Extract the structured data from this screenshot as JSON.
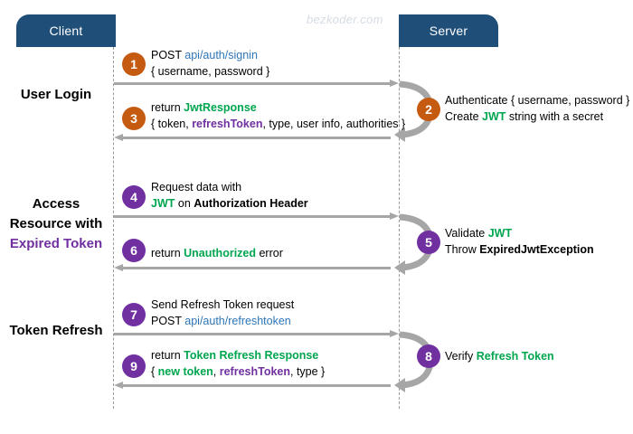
{
  "watermark": "bezkoder.com",
  "actors": {
    "client": "Client",
    "server": "Server"
  },
  "phases": [
    {
      "id": "user-login",
      "lines": [
        "User",
        "Login"
      ],
      "accent_line_index": -1
    },
    {
      "id": "access-resource",
      "lines": [
        "Access",
        "Resource",
        "with",
        "Expired Token"
      ],
      "accent_line_index": 3
    },
    {
      "id": "token-refresh",
      "lines": [
        "Token",
        "Refresh"
      ],
      "accent_line_index": -1
    }
  ],
  "colors": {
    "actor_box": "#1f4e79",
    "badge_orange": "#c55a11",
    "badge_purple": "#7030a0",
    "arrow": "#a6a6a6",
    "lifeline": "#9a9a9a",
    "green_keyword": "#00a64f",
    "purple_keyword": "#7030a0",
    "blue_endpoint": "#2e75b6",
    "watermark": "#d5dce4"
  },
  "steps": [
    {
      "number": "1",
      "badge_color": "orange",
      "direction": "client-to-server",
      "line1_prefix": "POST ",
      "line1_endpoint": "api/auth/signin",
      "line2": "{ username, password }"
    },
    {
      "number": "2",
      "badge_color": "orange",
      "direction": "server-self",
      "line1": "Authenticate { username, password }",
      "line2_prefix": "Create ",
      "line2_keyword": "JWT",
      "line2_suffix": " string with a secret"
    },
    {
      "number": "3",
      "badge_color": "orange",
      "direction": "server-to-client",
      "line1_prefix": "return ",
      "line1_keyword": "JwtResponse",
      "line2_a": "{ token, ",
      "line2_keyword": "refreshToken",
      "line2_b": ", type, user info, authorities }"
    },
    {
      "number": "4",
      "badge_color": "purple",
      "direction": "client-to-server",
      "line1": "Request data with",
      "line2_keyword": "JWT",
      "line2_mid": " on ",
      "line2_bold": "Authorization Header"
    },
    {
      "number": "5",
      "badge_color": "purple",
      "direction": "server-self",
      "line1_prefix": "Validate ",
      "line1_keyword": "JWT",
      "line2_prefix": "Throw ",
      "line2_bold": "ExpiredJwtException"
    },
    {
      "number": "6",
      "badge_color": "purple",
      "direction": "server-to-client",
      "line1_prefix": "return ",
      "line1_keyword": "Unauthorized",
      "line1_suffix": " error"
    },
    {
      "number": "7",
      "badge_color": "purple",
      "direction": "client-to-server",
      "line1": "Send Refresh Token request",
      "line2_prefix": "POST ",
      "line2_endpoint": "api/auth/refreshtoken"
    },
    {
      "number": "8",
      "badge_color": "purple",
      "direction": "server-self",
      "line1_prefix": "Verify ",
      "line1_keyword": "Refresh Token"
    },
    {
      "number": "9",
      "badge_color": "purple",
      "direction": "server-to-client",
      "line1_prefix": "return ",
      "line1_keyword": "Token Refresh Response",
      "line2_a": "{ ",
      "line2_keyword_green": "new token",
      "line2_b": ", ",
      "line2_keyword_purple": "refreshToken",
      "line2_c": ", type }"
    }
  ]
}
